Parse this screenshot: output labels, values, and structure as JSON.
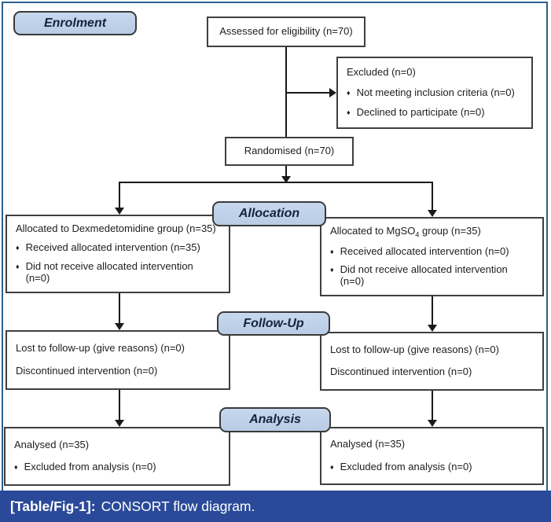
{
  "figure": {
    "bullet_glyph": "♦",
    "stage_labels": {
      "enrolment": "Enrolment",
      "allocation": "Allocation",
      "follow_up": "Follow-Up",
      "analysis": "Analysis"
    },
    "boxes": {
      "assessed": {
        "text": "Assessed for eligibility (n=70)"
      },
      "excluded": {
        "title": "Excluded (n=0)",
        "bullets": [
          "Not meeting inclusion criteria (n=0)",
          "Declined to participate (n=0)"
        ]
      },
      "randomised": {
        "text": "Randomised (n=70)"
      },
      "alloc_left": {
        "title": "Allocated to Dexmedetomidine group (n=35)",
        "bullets": [
          "Received allocated intervention (n=35)",
          "Did not receive allocated intervention (n=0)"
        ]
      },
      "alloc_right": {
        "title_prefix": "Allocated to MgSO",
        "title_sub": "4",
        "title_suffix": " group (n=35)",
        "bullets": [
          "Received allocated intervention (n=0)",
          "Did not receive allocated intervention (n=0)"
        ]
      },
      "followup_left": {
        "lines": [
          "Lost to follow-up (give reasons) (n=0)",
          "Discontinued intervention (n=0)"
        ]
      },
      "followup_right": {
        "lines": [
          "Lost to follow-up (give reasons) (n=0)",
          "Discontinued intervention (n=0)"
        ]
      },
      "analysis_left": {
        "title": "Analysed (n=35)",
        "bullets": [
          "Excluded from analysis (n=0)"
        ]
      },
      "analysis_right": {
        "title": "Analysed (n=35)",
        "bullets": [
          "Excluded from analysis (n=0)"
        ]
      }
    },
    "caption": {
      "label": "[Table/Fig-1]:",
      "text": "CONSORT flow diagram."
    },
    "colors": {
      "label_fill": "#b8cce4",
      "label_fill_top": "#c7d8ee",
      "label_border": "#3a3a3a",
      "label_text": "#15233d",
      "box_border": "#3f3f3f",
      "arrow": "#1a1a1a",
      "outer_border": "#2e5f8e",
      "caption_bg": "#2a4a99"
    }
  }
}
